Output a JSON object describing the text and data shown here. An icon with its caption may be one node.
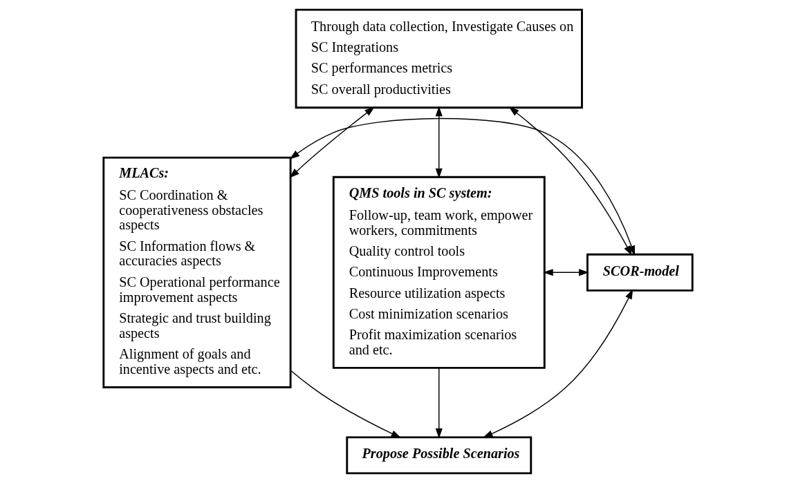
{
  "diagram": {
    "nodes": [
      {
        "text": [
          "Through data collection, Investigate Causes on",
          "SC Integrations",
          "SC performances metrics",
          "SC overall productivities"
        ]
      },
      {
        "text": [
          "MLACs:",
          "SC Coordination & cooperativeness obstacles aspects",
          "SC Information flows & accuracies aspects",
          "SC Operational performance improvement aspects",
          "Strategic and trust building aspects",
          "Alignment of goals and incentive aspects and etc."
        ]
      },
      {
        "text": [
          "SCOR-model"
        ]
      },
      {
        "text": [
          "QMS tools in SC system:",
          "Follow-up, team work, empower workers, commitments",
          "Quality control tools",
          "Continuous Improvements",
          "Resource utilization aspects",
          "Cost minimization scenarios",
          "Profit maximization scenarios and etc."
        ]
      },
      {
        "text": [
          "Propose Possible Scenarios"
        ]
      }
    ],
    "edges": [
      {
        "from": 0,
        "to": 1,
        "arrow": "both"
      },
      {
        "from": 0,
        "to": 2,
        "arrow": "both"
      },
      {
        "from": 0,
        "to": 3,
        "arrow": "both"
      },
      {
        "from": 1,
        "to": 2,
        "arrow": "both"
      },
      {
        "from": 3,
        "to": 2,
        "arrow": "both"
      },
      {
        "from": 2,
        "to": 4,
        "arrow": "both"
      },
      {
        "from": 1,
        "to": 4,
        "arrow": "to"
      },
      {
        "from": 3,
        "to": 4,
        "arrow": "to"
      }
    ]
  }
}
